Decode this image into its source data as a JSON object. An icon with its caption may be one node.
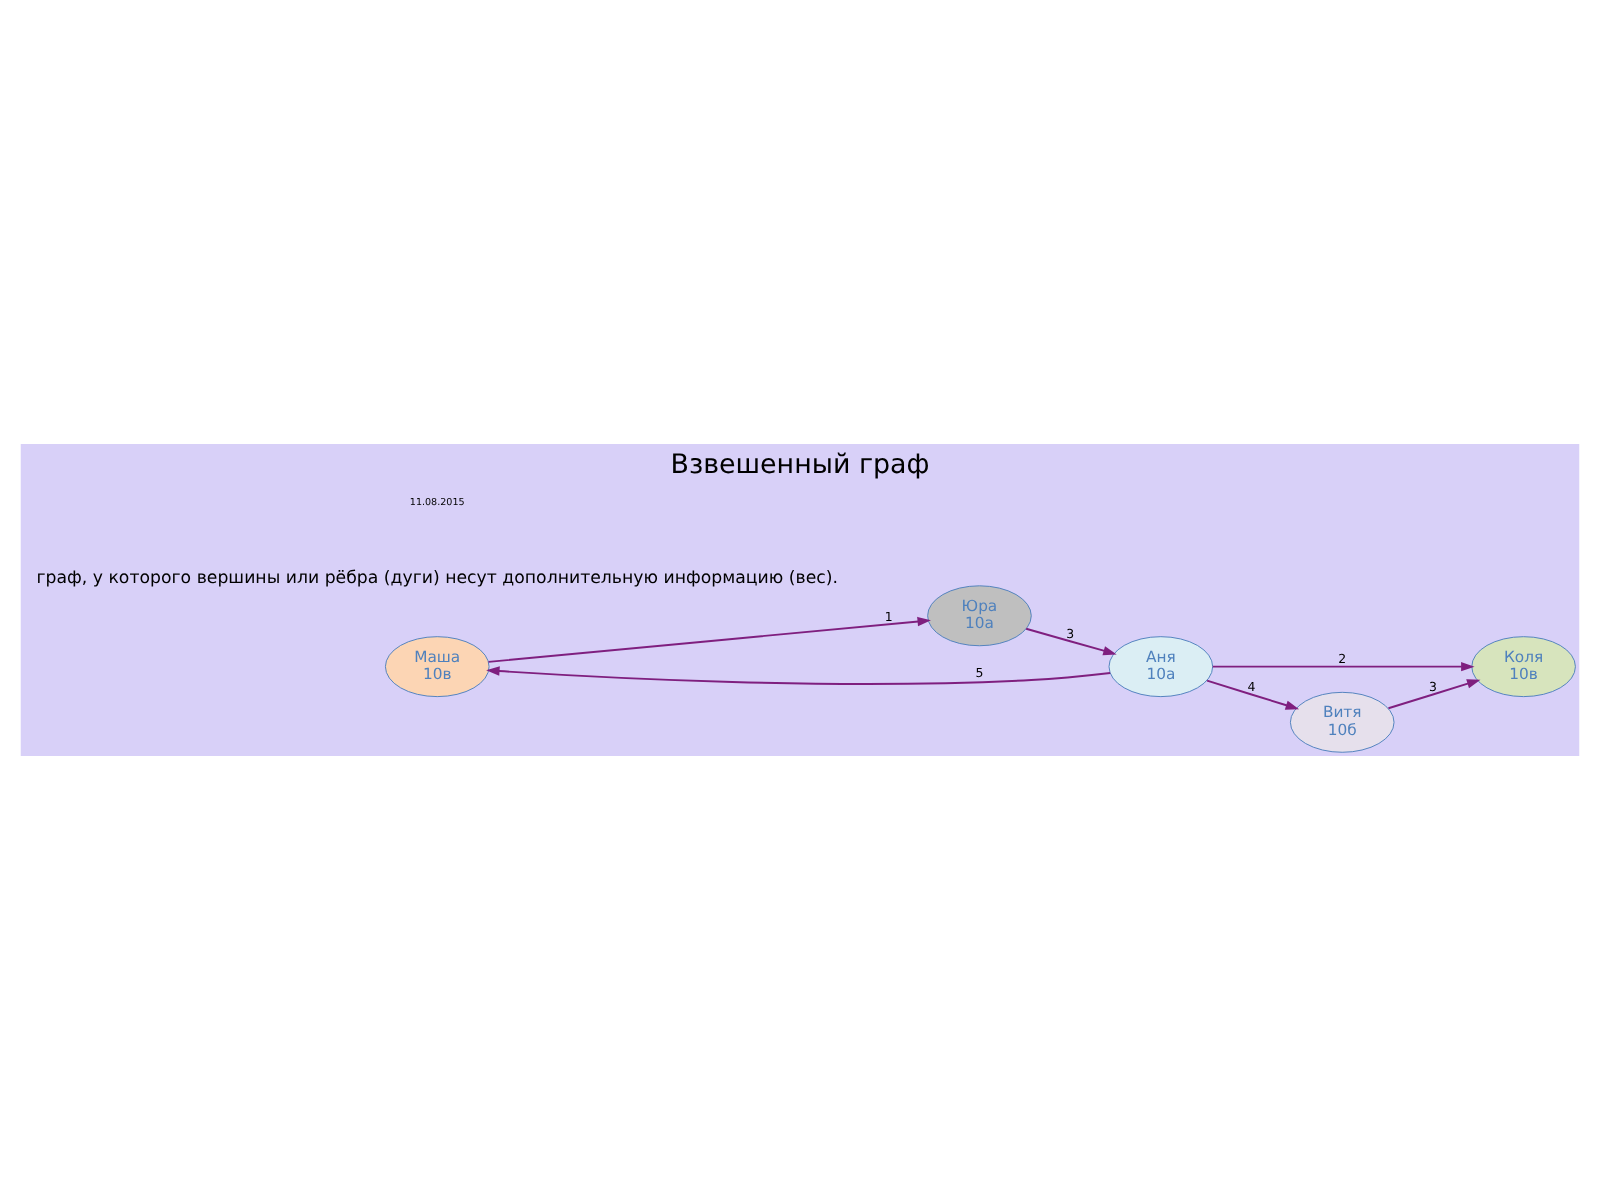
{
  "diagram": {
    "title": "Взвешенный граф",
    "nodes": [
      {
        "text": [
          "Маша",
          "10в"
        ]
      },
      {
        "text": [
          "Юра",
          "10а"
        ]
      },
      {
        "text": [
          "Аня",
          "10а"
        ]
      },
      {
        "text": [
          "Коля",
          "10в"
        ]
      },
      {
        "text": [
          "Витя",
          "10б"
        ]
      }
    ],
    "edges": [
      {
        "from": 0,
        "to": 1,
        "arrow": "to",
        "label": "1"
      },
      {
        "from": 1,
        "to": 2,
        "arrow": "to",
        "label": "3"
      },
      {
        "from": 2,
        "to": 0,
        "arrow": "to",
        "label": "5"
      },
      {
        "from": 2,
        "to": 3,
        "arrow": "to",
        "label": "2"
      },
      {
        "from": 2,
        "to": 4,
        "arrow": "to",
        "label": "4"
      },
      {
        "from": 4,
        "to": 3,
        "arrow": "to",
        "label": "3"
      }
    ],
    "labels": [
      "граф, у которого вершины или рёбра (дуги) несут дополнительную информацию (вес).",
      "11.08.2015"
    ]
  }
}
